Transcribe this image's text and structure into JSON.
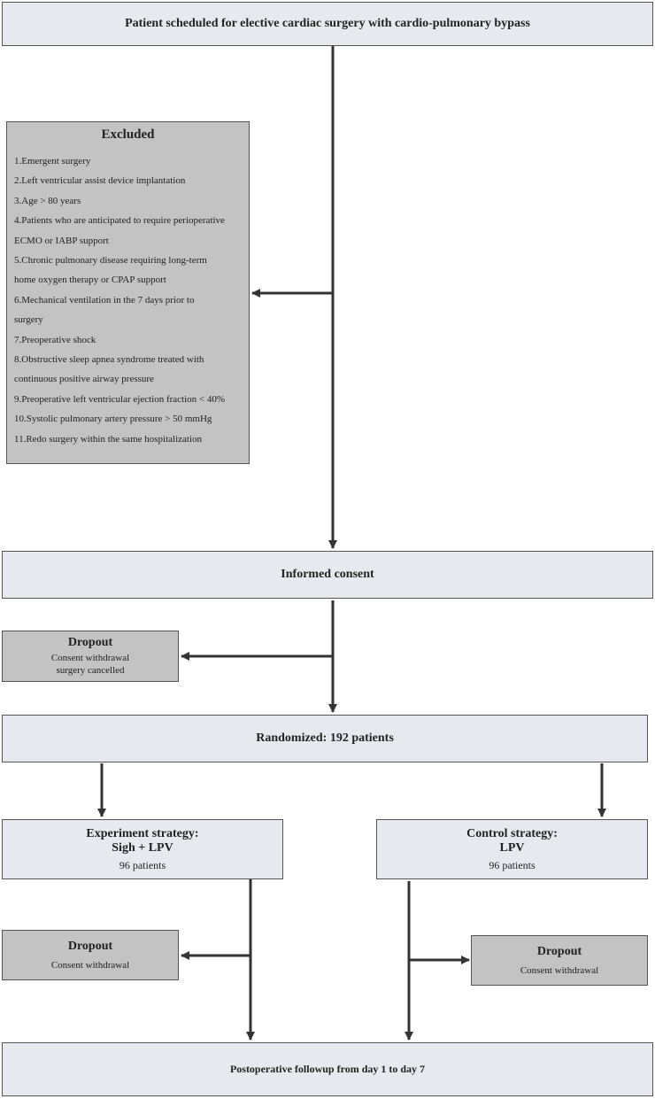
{
  "colors": {
    "light_box": "#e6eaee",
    "dark_box": "#c3c3c3",
    "border": "#555555",
    "arrow": "#333333"
  },
  "top": {
    "title": "Patient scheduled for elective cardiac surgery with cardio-pulmonary bypass"
  },
  "excluded": {
    "title": "Excluded",
    "lines": [
      "1.Emergent surgery",
      "2.Left ventricular assist device implantation",
      "3.Age > 80 years",
      "4.Patients who are anticipated to require perioperative",
      "ECMO or IABP support",
      "5.Chronic pulmonary disease requiring long-term",
      "home oxygen therapy or CPAP support",
      "6.Mechanical ventilation in the 7 days prior to",
      "surgery",
      "7.Preoperative shock",
      "8.Obstructive sleep apnea syndrome treated with",
      "continuous positive airway pressure",
      "9.Preoperative left ventricular ejection fraction < 40%",
      "10.Systolic pulmonary artery pressure > 50 mmHg",
      "11.Redo surgery within the same hospitalization"
    ]
  },
  "consent": {
    "title": "Informed consent"
  },
  "dropout1": {
    "title": "Dropout",
    "line1": "Consent withdrawal",
    "line2": "surgery cancelled"
  },
  "randomized": {
    "title": "Randomized: 192 patients"
  },
  "experiment": {
    "title1": "Experiment strategy:",
    "title2": "Sigh + LPV",
    "count": "96 patients"
  },
  "control": {
    "title1": "Control strategy:",
    "title2": "LPV",
    "count": "96 patients"
  },
  "dropout2": {
    "title": "Dropout",
    "line1": "Consent withdrawal"
  },
  "dropout3": {
    "title": "Dropout",
    "line1": "Consent withdrawal"
  },
  "followup": {
    "title": "Postoperative followup from day 1 to day 7"
  }
}
